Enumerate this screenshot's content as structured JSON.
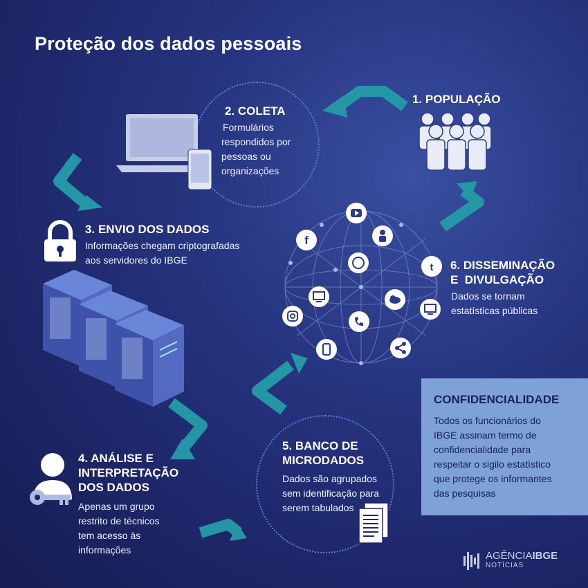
{
  "title": "Proteção dos dados pessoais",
  "steps": {
    "populacao": {
      "title": "1. POPULAÇÃO"
    },
    "coleta": {
      "title": "2. COLETA",
      "text": [
        "Formulários",
        "respondidos por",
        "pessoas ou",
        "organizações"
      ]
    },
    "envio": {
      "title": "3. ENVIO DOS DADOS",
      "text": [
        "Informações chegam criptografadas",
        "aos servidores do IBGE"
      ]
    },
    "analise": {
      "title": [
        "4. ANÁLISE E",
        "INTERPRETAÇÃO",
        "DOS DADOS"
      ],
      "text": [
        "Apenas um grupo",
        "restrito de técnicos",
        "tem acesso às",
        "informações"
      ]
    },
    "banco": {
      "title": [
        "5. BANCO DE",
        "MICRODADOS"
      ],
      "text": [
        "Dados são agrupados",
        "sem identificação para",
        "serem tabulados"
      ]
    },
    "disseminacao": {
      "title": [
        "6. DISSEMINAÇÃO",
        "E  DIVULGAÇÃO"
      ],
      "text": [
        "Dados se tornam",
        "estatísticas públicas"
      ]
    }
  },
  "confidencialidade": {
    "title": "CONFIDENCIALIDADE",
    "text": [
      "Todos os funcionários do",
      "IBGE assinam termo de",
      "confidencialidade para",
      "respeitar o sigilo estatístico",
      "que protege os informantes",
      "das pesquisas"
    ]
  },
  "logo": {
    "line1_a": "AGÊNCIA",
    "line1_b": "IBGE",
    "line2": "NOTÍCIAS"
  },
  "colors": {
    "background": "#1d2668",
    "arrow": "#2596a6",
    "confidencialidade_bg": "#7ea1d6",
    "confidencialidade_text": "#172069",
    "dotted_circle": "#5f7fd0"
  },
  "icons": [
    "laptop-icon",
    "phone-icon",
    "people-icon",
    "lock-icon",
    "server-icon",
    "user-icon",
    "key-icon",
    "document-icon",
    "network-globe-icon",
    "youtube-icon",
    "facebook-icon",
    "whatsapp-icon",
    "twitter-icon",
    "instagram-icon",
    "share-icon",
    "cloud-download-icon",
    "monitor-icon",
    "phone-call-icon",
    "mobile-icon",
    "group-icon",
    "arrow-icon"
  ]
}
